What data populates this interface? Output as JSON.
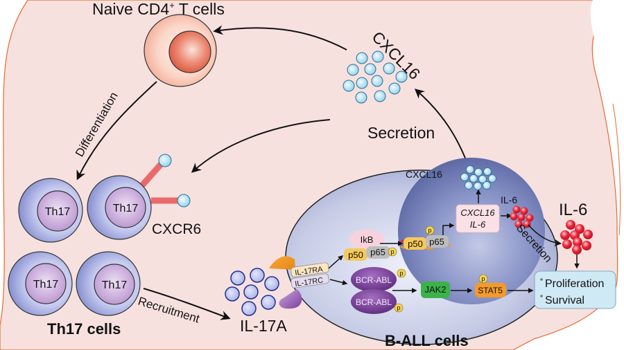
{
  "labels": {
    "naive_cells": "Naive CD4",
    "naive_sup": "+",
    "naive_suffix": " T cells",
    "differentiation": "Differentiation",
    "cxcl16_extracellular": "CXCL16",
    "secretion_main": "Secretion",
    "cxcr6": "CXCR6",
    "th17_cell": "Th17",
    "th17_cells_title": "Th17 cells",
    "recruitment": "Recruitment",
    "il17a": "IL-17A",
    "b_all_title": "B-ALL cells",
    "cxcl16_intracellular": "CXCL16",
    "il6_intracellular": "IL-6",
    "il6_extracellular": "IL-6",
    "secretion_il6": "Secretion",
    "il17ra": "IL-17RA",
    "il17rc": "IL-17RC",
    "ikb": "IkB",
    "p50": "p50",
    "p65": "p65",
    "p": "p",
    "bcr_abl": "BCR-ABL",
    "jak2": "JAK2",
    "stat5": "STAT5",
    "gene_cxcl16": "CXCL16",
    "gene_il6": "IL-6",
    "outcome_1": "Proliferation",
    "outcome_2": "Survival"
  },
  "colors": {
    "background_tissue": "#f7e1df",
    "tissue_border": "#e8692e",
    "naive_cell_outer": "#f6c4b5",
    "naive_cell_nucleus": "#e5735c",
    "th17_outer": "#b8bde8",
    "th17_nucleus": "#c7a6d4",
    "cxcl16_bead": "#aee0f3",
    "il17a_bead": "#c3c9ef",
    "il6_bead": "#e8293a",
    "b_all_cytoplasm": "#c9cde6",
    "b_all_nucleus": "#6d79b0",
    "bcr_abl": "#7d3e9a",
    "jak2": "#3bb24a",
    "stat5": "#f39a2a",
    "p50": "#f5c95a",
    "p65": "#bdbdbd",
    "ikb": "#f7d2dc",
    "phospho": "#f2d35a",
    "cxcr6_stalk": "#e96a6a",
    "outcome_box": "#cfe9f5"
  }
}
